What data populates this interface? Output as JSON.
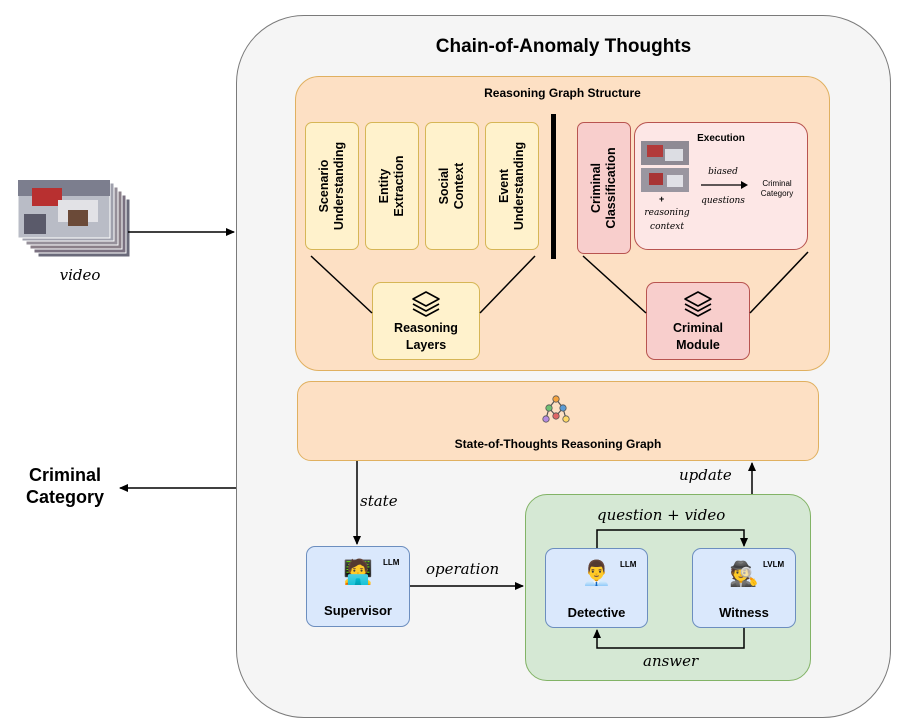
{
  "diagram": {
    "title": "Chain-of-Anomaly Thoughts",
    "input_label": "video",
    "output_label": "Criminal Category",
    "reasoning_graph_structure": {
      "title": "Reasoning Graph Structure",
      "reasoning_columns": [
        "Scenario\nUnderstanding",
        "Entity\nExtraction",
        "Social\nContext",
        "Event\nUnderstanding"
      ],
      "reasoning_module": "Reasoning\nLayers",
      "criminal_column": "Criminal\nClassification",
      "criminal_module": "Criminal\nModule",
      "execution": {
        "title": "Execution",
        "plus": "+",
        "context_label": "reasoning\ncontext",
        "arrow_label_top": "biased",
        "arrow_label_bottom": "questions",
        "output": "Criminal\nCategory"
      }
    },
    "sot_graph": {
      "title": "State-of-Thoughts Reasoning Graph",
      "icon": "graph-network-icon"
    },
    "edges": {
      "state": "state",
      "update": "update",
      "operation": "operation",
      "question_video": "question + video",
      "answer": "answer"
    },
    "agents": {
      "supervisor": {
        "name": "Supervisor",
        "badge": "LLM",
        "emoji": "🧑‍💻"
      },
      "detective": {
        "name": "Detective",
        "badge": "LLM",
        "emoji": "👨‍💼"
      },
      "witness": {
        "name": "Witness",
        "badge": "LVLM",
        "emoji": "🕵️"
      }
    },
    "colors": {
      "yellow_fill": "#fff2cc",
      "orange_fill": "#fde0c4",
      "red_fill": "#f8cecc",
      "green_fill": "#d5e8d4",
      "blue_fill": "#dae8fc",
      "outer_fill": "#f5f5f5"
    }
  }
}
